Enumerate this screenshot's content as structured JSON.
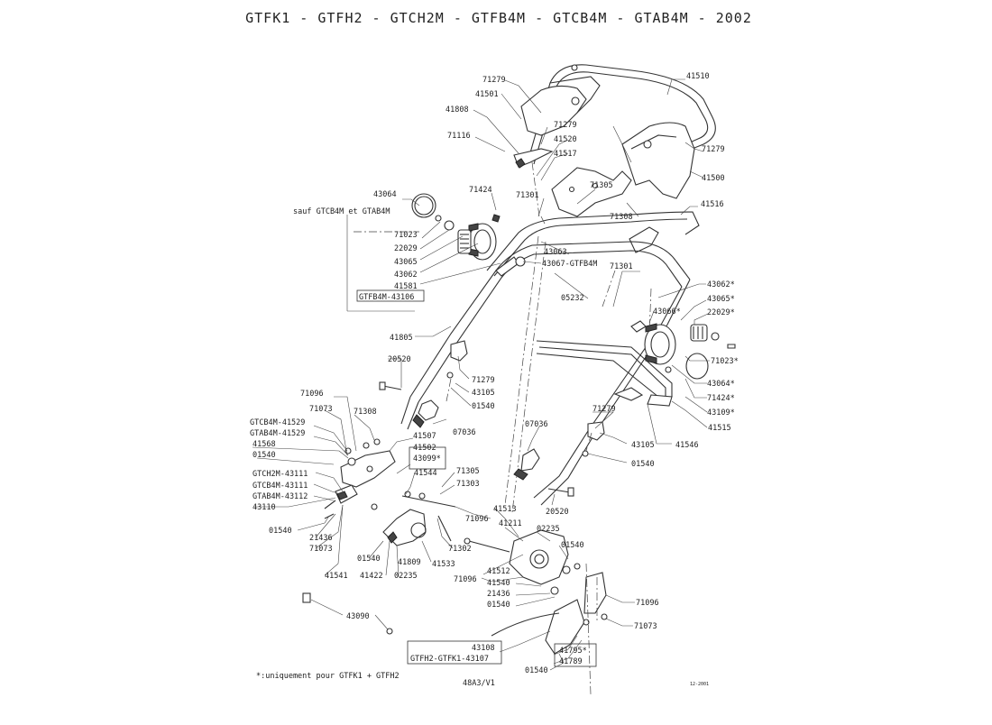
{
  "title": "GTFK1 - GTFH2 - GTCH2M - GTFB4M - GTCB4M - GTAB4M - 2002",
  "footnote": "*:uniquement pour GTFK1 + GTFH2",
  "drawing_ref": "48A3/V1",
  "date_ref": "12-2001",
  "note_sauf": "sauf GTCB4M et GTAB4M",
  "labels": {
    "l71279a": "71279",
    "l41510": "41510",
    "l41501": "41501",
    "l41808": "41808",
    "l71279b": "71279",
    "l71116": "71116",
    "l41520": "41520",
    "l71279c": "71279",
    "l41517": "41517",
    "l41500": "41500",
    "l43064": "43064",
    "l71424": "71424",
    "l71305a": "71305",
    "l71301a": "71301",
    "l41516": "41516",
    "l71308a": "71308",
    "l71023": "71023",
    "l22029": "22029",
    "l43065": "43065",
    "l43062": "43062",
    "l41581": "41581",
    "l43106": "GTFB4M-43106",
    "l43063": "43063",
    "l43067": "43067-GTFB4M",
    "l71301b": "71301",
    "l43062s": "43062*",
    "l43065s": "43065*",
    "l22029s": "22029*",
    "l05232": "05232",
    "l43066s": "43066*",
    "l71023s": "71023*",
    "l41805": "41805",
    "l20520a": "20520",
    "l71279d": "71279",
    "l43105a": "43105",
    "l01540a": "01540",
    "l43064s": "43064*",
    "l71424s": "71424*",
    "l43109s": "43109*",
    "l41515": "41515",
    "l71096a": "71096",
    "l71073a": "71073",
    "l71308b": "71308",
    "l07036a": "07036",
    "l07036b": "07036",
    "l71279e": "71279",
    "l43105b": "43105",
    "l41546": "41546",
    "lGTCB41529": "GTCB4M-41529",
    "lGTAB41529": "GTAB4M-41529",
    "l41568": "41568",
    "l01540b": "01540",
    "l41507": "41507",
    "l41502": "41502",
    "l43099s": "43099*",
    "l01540c": "01540",
    "lGTCH43111": "GTCH2M-43111",
    "lGTCB43111": "GTCB4M-43111",
    "lGTAB43112": "GTAB4M-43112",
    "l43110": "43110",
    "l41544": "41544",
    "l71305b": "71305",
    "l71303": "71303",
    "l20520b": "20520",
    "l71096b": "71096",
    "l01540d": "01540",
    "l21436a": "21436",
    "l71073b": "71073",
    "l01540e": "01540",
    "l41809": "41809",
    "l41533": "41533",
    "l71302": "71302",
    "l41513": "41513",
    "l41211": "41211",
    "l02235a": "02235",
    "l01540f": "01540",
    "l41541": "41541",
    "l41422": "41422",
    "l02235b": "02235",
    "l41512": "41512",
    "l71096c": "71096",
    "l41540": "41540",
    "l21436b": "21436",
    "l01540g": "01540",
    "l71096d": "71096",
    "l71073c": "71073",
    "l43090": "43090",
    "l43108": "43108",
    "l43107": "GTFH2-GTFK1-43107",
    "l41795s": "41795*",
    "l41789": "41789",
    "l01540h": "01540"
  }
}
